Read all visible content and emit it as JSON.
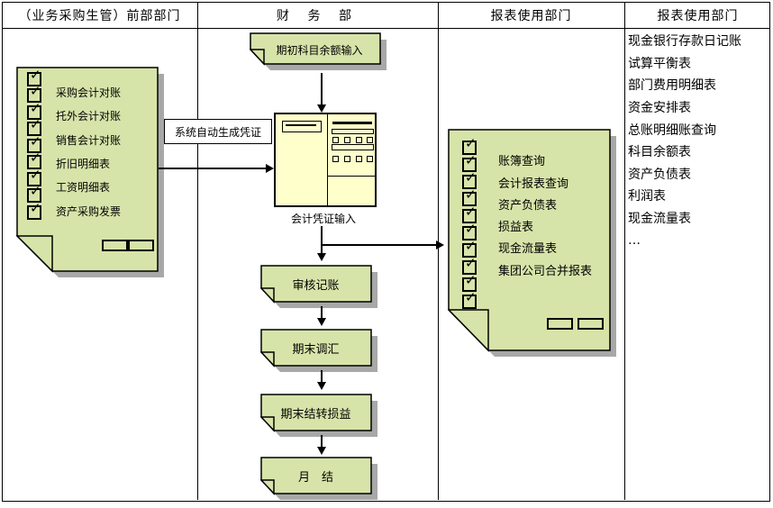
{
  "lanes": {
    "lane1": "（业务采购生管）前部部门",
    "lane2": "财 务 部",
    "lane3": "报表使用部门",
    "lane4": "报表使用部门"
  },
  "left_note": {
    "items": [
      "采购会计对账",
      "托外会计对账",
      "销售会计对账",
      "折旧明细表",
      "工资明细表",
      "资产采购发票"
    ]
  },
  "auto_label": "系统自动生成凭证",
  "flow": {
    "start": "期初科目余额输入",
    "voucher_caption": "会计凭证输入",
    "steps": [
      "审核记账",
      "期末调汇",
      "期末结转损益",
      "月　结"
    ]
  },
  "right_note": {
    "items": [
      "账簿查询",
      "会计报表查询",
      "资产负债表",
      "损益表",
      "现金流量表",
      "集团公司合并报表"
    ]
  },
  "reports": [
    "现金银行存款日记账",
    "试算平衡表",
    "部门费用明细表",
    "资金安排表",
    "总账明细账查询",
    "科目余额表",
    "资产负债表",
    "利润表",
    "现金流量表",
    "…"
  ],
  "colors": {
    "note_fill": "#d6e4a9",
    "voucher_fill": "#ffffcc",
    "shadow": "#a8a8a8",
    "line": "#000000",
    "background": "#ffffff"
  }
}
